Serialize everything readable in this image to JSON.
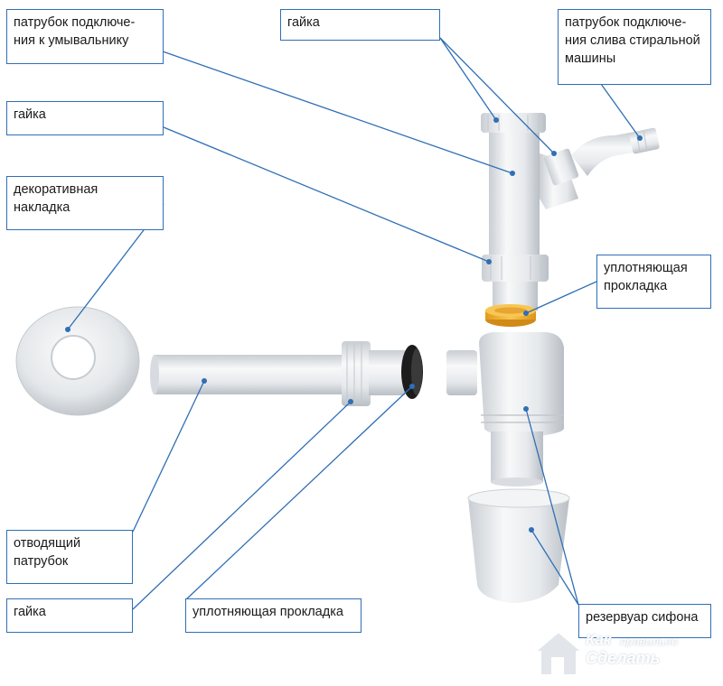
{
  "labels": [
    {
      "id": "inlet-to-basin",
      "text": "патрубок подключе-\nния к умывальнику"
    },
    {
      "id": "nut-top",
      "text": "гайка"
    },
    {
      "id": "washing-machine-inlet",
      "text": "патрубок подключе-\nния слива стиральной\nмашины"
    },
    {
      "id": "nut-left",
      "text": "гайка"
    },
    {
      "id": "decorative-cover",
      "text": "декоративная\nнакладка"
    },
    {
      "id": "gasket-right",
      "text": "уплотняющая\nпрокладка"
    },
    {
      "id": "outlet-pipe",
      "text": "отводящий\nпатрубок"
    },
    {
      "id": "nut-bottom",
      "text": "гайка"
    },
    {
      "id": "gasket-bottom",
      "text": "уплотняющая прокладка"
    },
    {
      "id": "siphon-bowl",
      "text": "резервуар сифона"
    }
  ],
  "watermark": {
    "line1": "Как",
    "line2": "правильно",
    "line3": "Сделать"
  },
  "colors": {
    "border": "#2f6fb5",
    "leader": "#2f6fb5",
    "plastic": "#eceef0",
    "gasket": "#f2b233",
    "seal": "#1c1c1c"
  }
}
